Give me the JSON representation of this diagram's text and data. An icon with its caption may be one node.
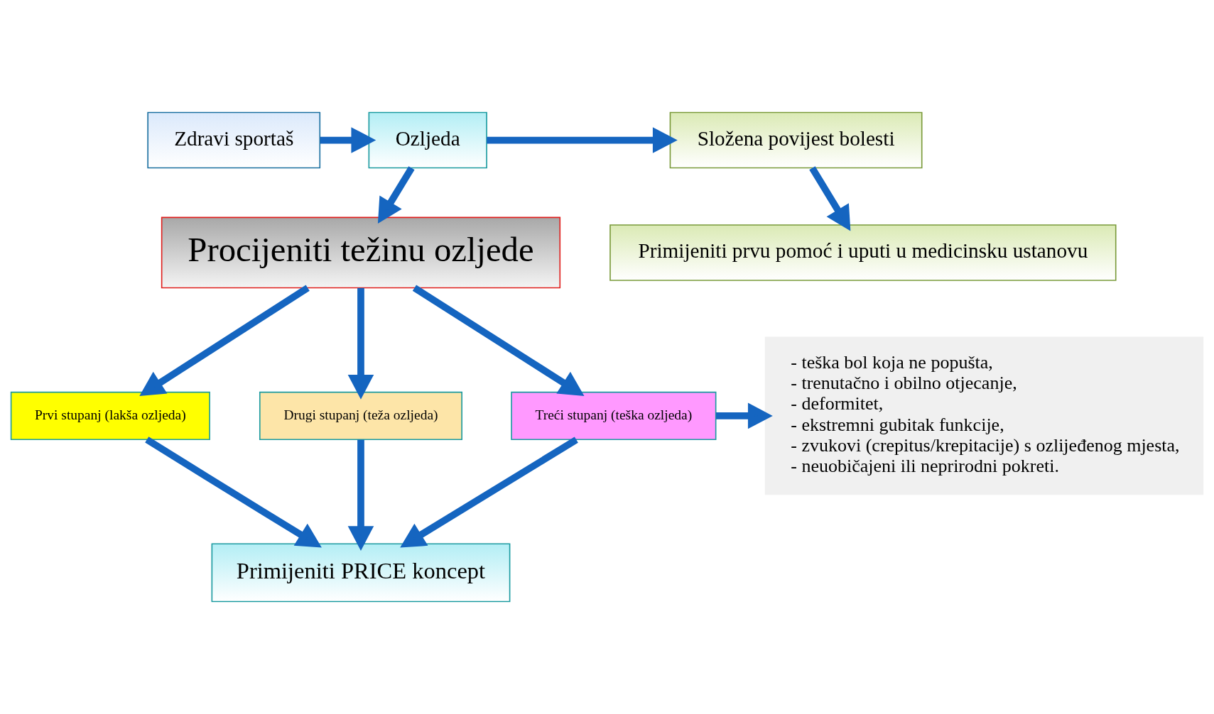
{
  "diagram": {
    "nodes": [
      {
        "text": [
          "Zdravi sportaš"
        ]
      },
      {
        "text": [
          "Ozljeda"
        ]
      },
      {
        "text": [
          "Složena povijest bolesti"
        ]
      },
      {
        "text": [
          "Primijeniti prvu pomoć i uputi u medicinsku ustanovu"
        ]
      },
      {
        "text": [
          "Procijeniti težinu ozljede"
        ]
      },
      {
        "text": [
          "Prvi stupanj (lakša ozljeda)"
        ]
      },
      {
        "text": [
          "Drugi stupanj (teža ozljeda)"
        ]
      },
      {
        "text": [
          "Treći stupanj (teška ozljeda)"
        ]
      },
      {
        "text": [
          "- teška bol koja ne popušta,",
          "- trenutačno i obilno otjecanje,",
          "- deformitet,",
          "- ekstremni gubitak funkcije,",
          "- zvukovi (crepitus/krepitacije) s ozlijeđenog mjesta,",
          "- neuobičajeni ili neprirodni pokreti."
        ]
      },
      {
        "text": [
          "Primijeniti PRICE koncept"
        ]
      }
    ],
    "edges": [
      {
        "from": 0,
        "to": 1,
        "arrow": "to"
      },
      {
        "from": 1,
        "to": 2,
        "arrow": "to"
      },
      {
        "from": 1,
        "to": 4,
        "arrow": "to"
      },
      {
        "from": 2,
        "to": 3,
        "arrow": "to"
      },
      {
        "from": 4,
        "to": 5,
        "arrow": "to"
      },
      {
        "from": 4,
        "to": 6,
        "arrow": "to"
      },
      {
        "from": 4,
        "to": 7,
        "arrow": "to"
      },
      {
        "from": 7,
        "to": 8,
        "arrow": "to"
      },
      {
        "from": 5,
        "to": 9,
        "arrow": "to"
      },
      {
        "from": 6,
        "to": 9,
        "arrow": "to"
      },
      {
        "from": 7,
        "to": 9,
        "arrow": "to"
      }
    ]
  }
}
